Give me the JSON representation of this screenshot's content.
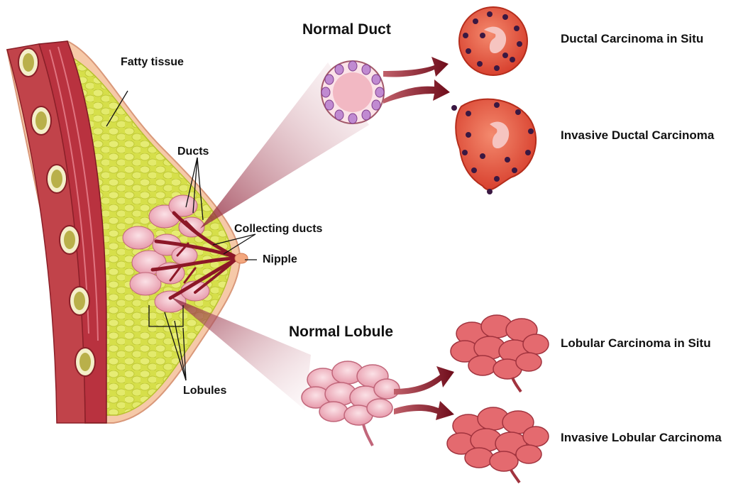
{
  "labels": {
    "fatty_tissue": "Fatty tissue",
    "ducts": "Ducts",
    "collecting_ducts": "Collecting ducts",
    "nipple": "Nipple",
    "lobules": "Lobules",
    "normal_duct": "Normal Duct",
    "normal_lobule": "Normal Lobule",
    "dcis": "Ductal Carcinoma in Situ",
    "idc": "Invasive Ductal Carcinoma",
    "lcis": "Lobular Carcinoma in Situ",
    "ilc": "Invasive Lobular Carcinoma"
  },
  "colors": {
    "skin": "#f6c9a8",
    "fat": "#d6df4a",
    "muscle": "#b9323f",
    "duct": "#8c1727",
    "lobule_pink": "#f0b6c2",
    "cancer": "#e8553f",
    "arrow": "#7a0f1e"
  }
}
